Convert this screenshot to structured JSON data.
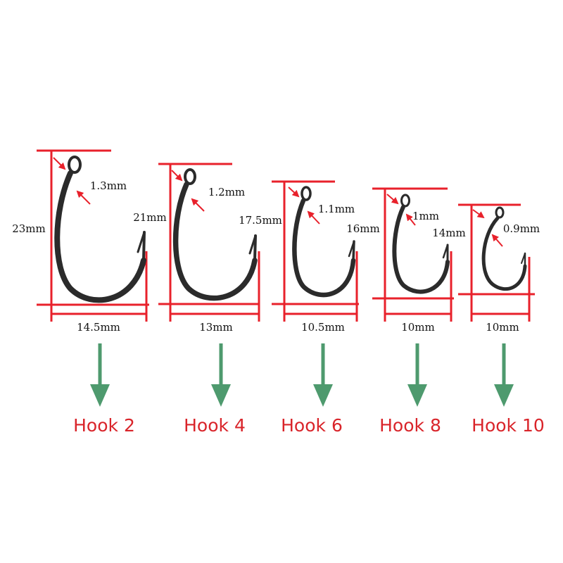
{
  "colors": {
    "dimension_red": "#e8212b",
    "label_red": "#d9242a",
    "arrow_green": "#4e9a6e",
    "hook_metal": "#2b2b2b",
    "text": "#111111"
  },
  "hooks": [
    {
      "label": "Hook 2",
      "length": "23mm",
      "width": "14.5mm",
      "wire": "1.3mm"
    },
    {
      "label": "Hook 4",
      "length": "21mm",
      "width": "13mm",
      "wire": "1.2mm"
    },
    {
      "label": "Hook 6",
      "length": "17.5mm",
      "width": "10.5mm",
      "wire": "1.1mm"
    },
    {
      "label": "Hook 8",
      "length": "16mm",
      "width": "10mm",
      "wire": "1mm"
    },
    {
      "label": "Hook 10",
      "length": "14mm",
      "width": "10mm",
      "wire": "0.9mm"
    }
  ]
}
